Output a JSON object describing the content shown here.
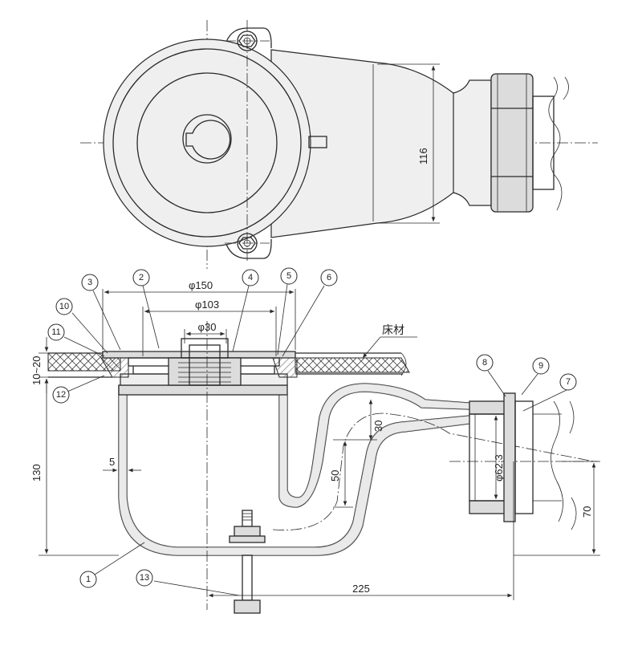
{
  "drawing": {
    "dimensions": {
      "width_116": "116",
      "dia_150": "φ150",
      "dia_103": "φ103",
      "dia_30": "φ30",
      "floor_thk": "10~20",
      "height_130": "130",
      "wall_5": "5",
      "seal_30": "30",
      "seal_50": "50",
      "dia_62_3": "φ62.3",
      "height_70": "70",
      "length_225": "225"
    },
    "floor_label": "床材",
    "callouts": [
      "1",
      "2",
      "3",
      "4",
      "5",
      "6",
      "7",
      "8",
      "9",
      "10",
      "11",
      "12",
      "13"
    ]
  }
}
